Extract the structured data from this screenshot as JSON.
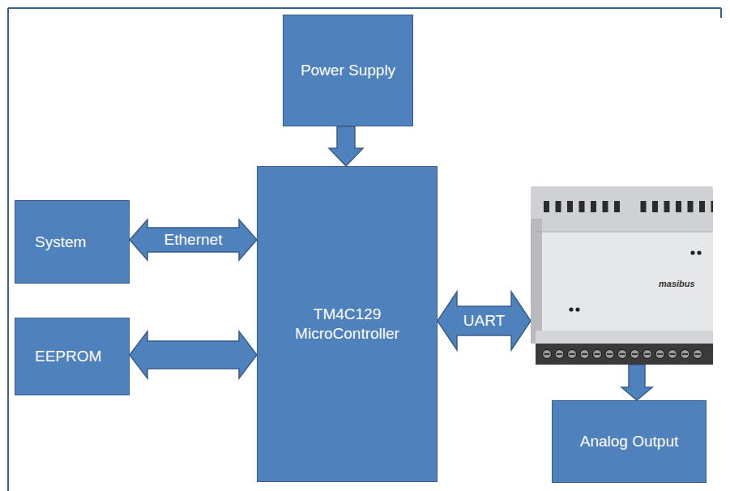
{
  "diagram": {
    "nodes": [
      {
        "text": [
          "Power Supply"
        ]
      },
      {
        "text": [
          "System"
        ]
      },
      {
        "text": [
          "TM4C129 MicroController"
        ]
      },
      {
        "text": [
          "masibus"
        ]
      },
      {
        "text": [
          "EEPROM"
        ]
      },
      {
        "text": [
          "Analog Output"
        ]
      }
    ],
    "edges": [
      {
        "from": 0,
        "to": 2,
        "arrow": "to"
      },
      {
        "from": 1,
        "to": 2,
        "label": "Ethernet",
        "arrow": "both"
      },
      {
        "from": 4,
        "to": 2,
        "arrow": "both"
      },
      {
        "from": 2,
        "to": 3,
        "label": "UART",
        "arrow": "both"
      },
      {
        "from": 3,
        "to": 5,
        "arrow": "to"
      }
    ]
  }
}
